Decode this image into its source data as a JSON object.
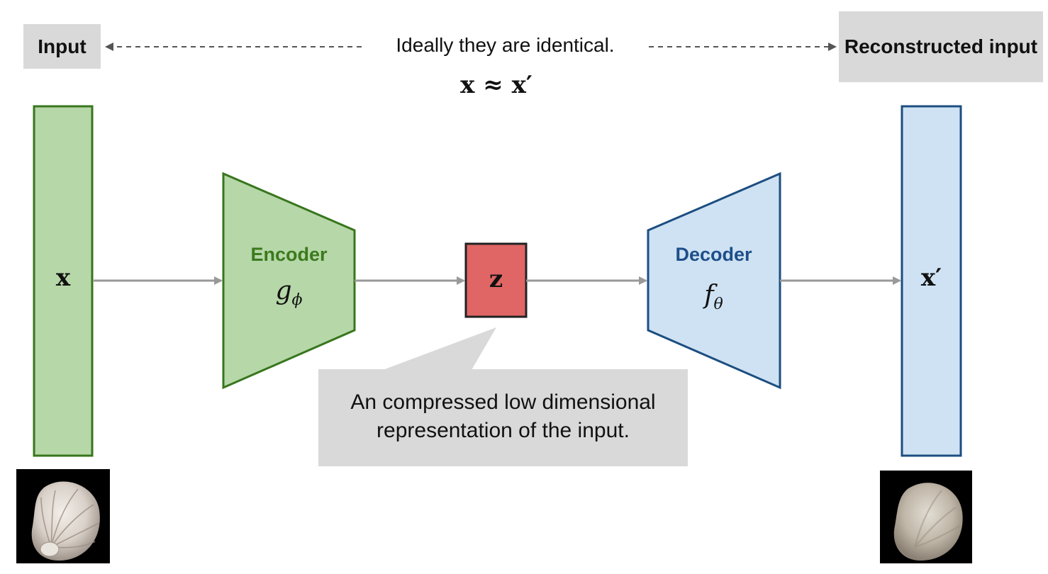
{
  "labels": {
    "input": "Input",
    "reconstructed": "Reconstructed input",
    "identical": "Ideally they are identical.",
    "equation": "x ≈ x′"
  },
  "vectors": {
    "input_symbol": "x",
    "output_symbol": "x′",
    "latent_symbol": "z"
  },
  "encoder": {
    "title": "Encoder",
    "func_base": "g",
    "func_sub": "ϕ"
  },
  "decoder": {
    "title": "Decoder",
    "func_base": "f",
    "func_sub": "θ"
  },
  "callout": {
    "text": "An compressed low dimensional representation of the input."
  },
  "colors": {
    "green_fill": "#b6d7a8",
    "green_stroke": "#38761d",
    "blue_fill": "#cfe2f3",
    "blue_stroke": "#1c4e80",
    "red_fill": "#e06666",
    "gray_label": "#d9d9d9",
    "arrow": "#999999"
  },
  "images": {
    "input_image": "shell-photo-original",
    "output_image": "shell-photo-reconstructed"
  }
}
